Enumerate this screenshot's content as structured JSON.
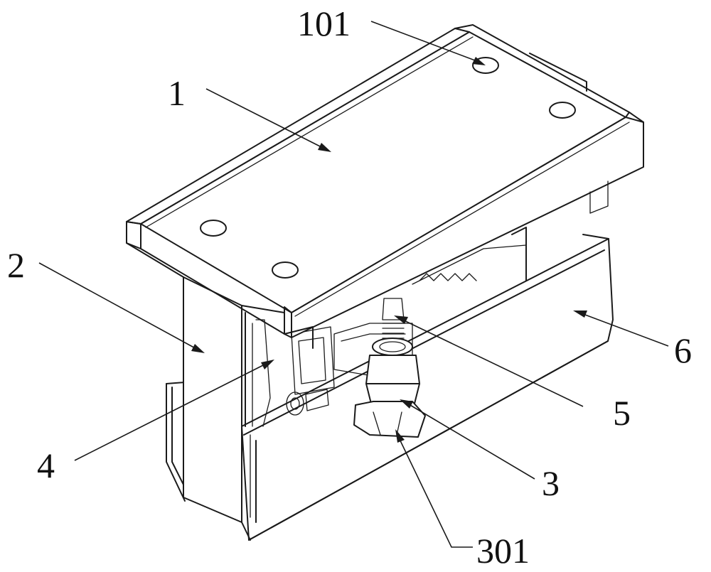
{
  "labels": {
    "part_101": "101",
    "part_1": "1",
    "part_2": "2",
    "part_6": "6",
    "part_5": "5",
    "part_4": "4",
    "part_3": "3",
    "part_301": "301"
  },
  "colors": {
    "line": "#1a1a1a",
    "background": "#ffffff"
  }
}
